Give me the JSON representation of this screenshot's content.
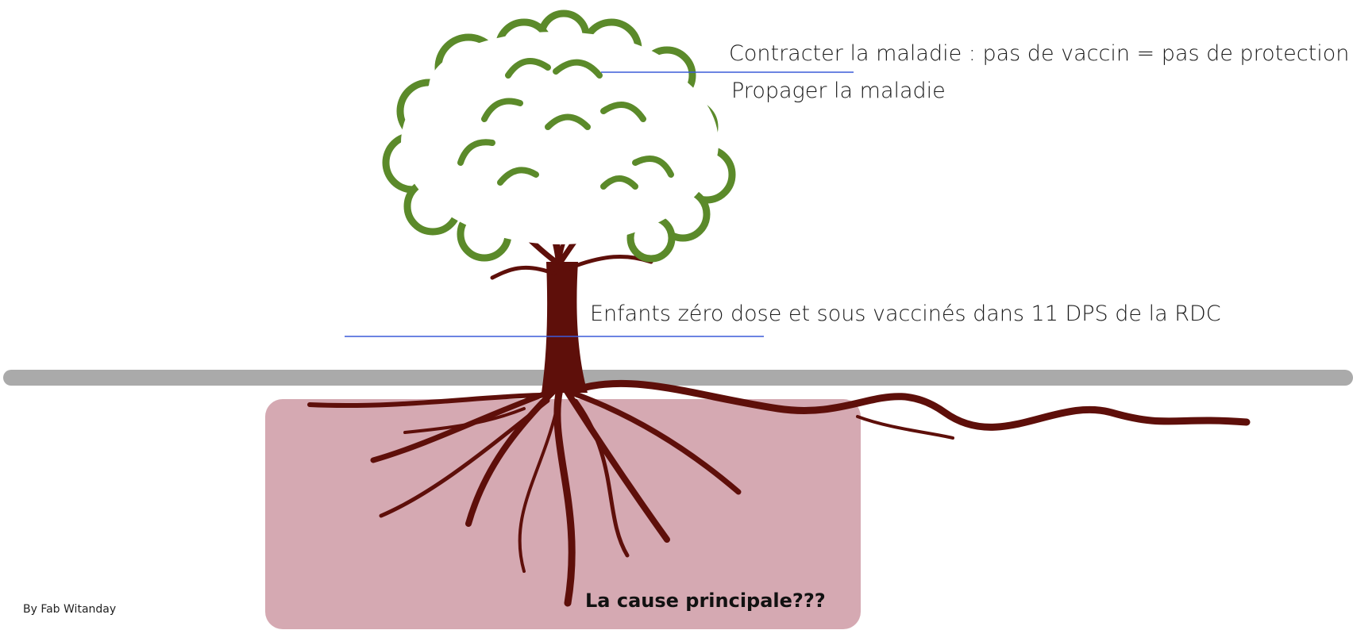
{
  "labels": {
    "effect_1": "Contracter la maladie : pas de vaccin = pas de protection",
    "effect_2": "Propager la maladie",
    "problem": "Enfants zéro dose et sous vaccinés dans 11 DPS de la RDC",
    "cause": "La cause principale???",
    "credit": "By Fab Witanday"
  },
  "colors": {
    "foliage": "#5b8a2a",
    "trunk": "#5e0f0a",
    "ground_line": "#aaaaaa",
    "root_box": "#d5a9b2",
    "connector": "#3b5bd9"
  },
  "icons": [
    "tree-illustration"
  ]
}
